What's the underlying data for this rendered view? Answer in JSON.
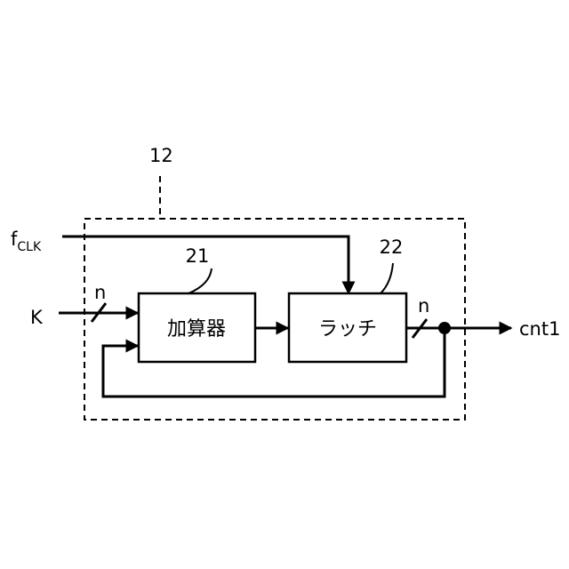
{
  "diagram": {
    "module_ref": "12",
    "inputs": {
      "clock": {
        "main": "f",
        "subscript": "CLK"
      },
      "k": "K"
    },
    "output": "cnt1",
    "bus_width_in": "n",
    "bus_width_out": "n",
    "blocks": {
      "adder": {
        "ref": "21",
        "label": "加算器"
      },
      "latch": {
        "ref": "22",
        "label": "ラッチ"
      }
    }
  }
}
